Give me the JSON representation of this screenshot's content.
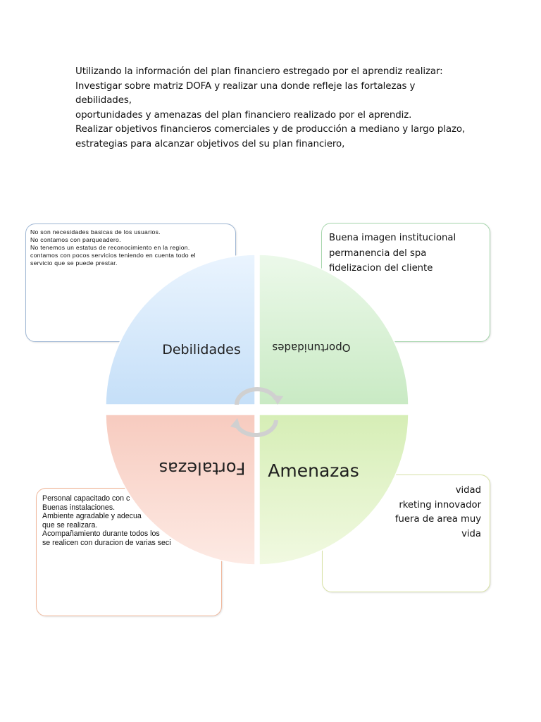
{
  "intro": {
    "line1": "Utilizando la información del plan financiero estregado por el aprendiz realizar:",
    "line2": "Investigar sobre matriz DOFA y realizar una donde refleje las fortalezas y debilidades,",
    "line3": "oportunidades y amenazas del plan financiero realizado por el aprendiz.",
    "line4": "Realizar objetivos financieros comerciales  y de producción a mediano y largo plazo,",
    "line5": "estrategias para alcanzar objetivos del su plan financiero,"
  },
  "debilidades_box": {
    "items": [
      "No son necesidades basicas  de los usuarios.",
      "No contamos con parqueadero.",
      "No tenemos un estatus de reconocimiento en la region.",
      "contamos con pocos servicios  teniendo en cuenta todo el",
      "servicio que se puede prestar."
    ]
  },
  "oportunidades_box": {
    "items": [
      "Buena imagen institucional",
      "permanencia del spa",
      "fidelizacion del cliente"
    ]
  },
  "fortalezas_box": {
    "items": [
      "Personal capacitado con c",
      "Buenas instalaciones.",
      "Ambiente agradable y adecua",
      "que se realizara.",
      "Acompañamiento durante todos los",
      "se realicen con duracion de varias seci"
    ]
  },
  "amenazas_box": {
    "items": [
      "vidad",
      "rketing innovador",
      "fuera de area muy",
      "vida"
    ]
  },
  "quadrants": {
    "debilidades": "Debilidades",
    "oportunidades": "Oportunidades",
    "fortalezas": "Fortalezas",
    "amenazas": "Amenazas"
  },
  "colors": {
    "debilidades": "#d6e8fb",
    "oportunidades": "#d7f1d4",
    "fortalezas": "#fbe0d8",
    "amenazas": "#e8f5cf"
  }
}
